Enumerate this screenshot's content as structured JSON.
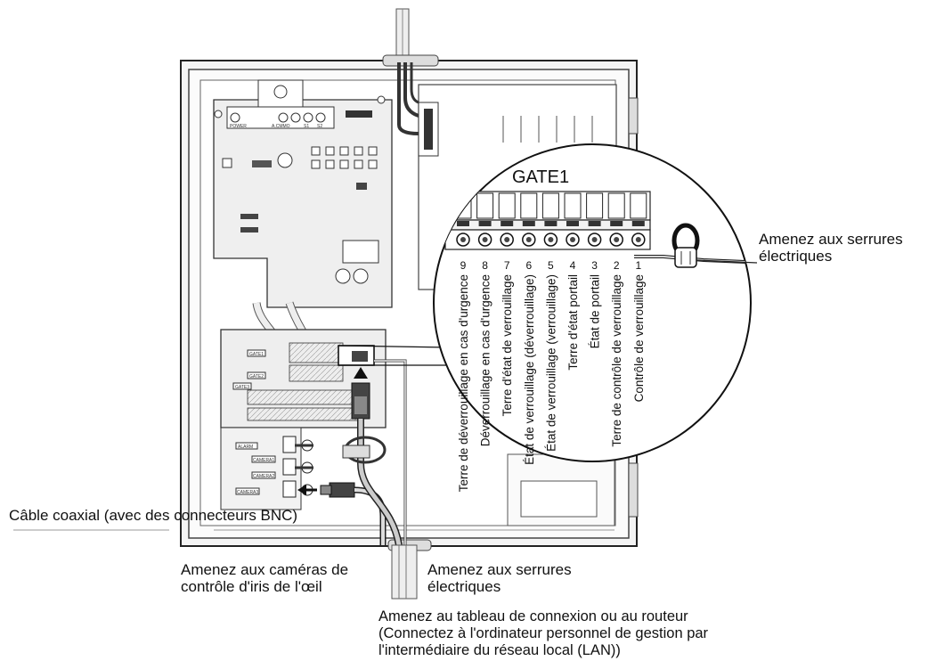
{
  "diagram": {
    "gate_title": "GATE1",
    "terminals": [
      {
        "number": "9",
        "label": "Terre de déverrouillage en cas d'urgence"
      },
      {
        "number": "8",
        "label": "Déverrouillage en cas d'urgence"
      },
      {
        "number": "7",
        "label": "Terre d'état de verrouillage"
      },
      {
        "number": "6",
        "label": "État de verrouillage (déverrouillage)"
      },
      {
        "number": "5",
        "label": "État de verrouillage (verrouillage)"
      },
      {
        "number": "4",
        "label": "Terre d'état portail"
      },
      {
        "number": "3",
        "label": "État de portail"
      },
      {
        "number": "2",
        "label": "Terre de contrôle de verrouillage"
      },
      {
        "number": "1",
        "label": "Contrôle de verrouillage"
      }
    ],
    "callouts": {
      "locks_right": [
        "Amenez aux serrures",
        "électriques"
      ],
      "coaxial": "Câble coaxial (avec des connecteurs BNC)",
      "iris_cameras": [
        "Amenez aux caméras de",
        "contrôle d'iris de l'œil"
      ],
      "locks_bottom": [
        "Amenez aux serrures",
        "électriques"
      ],
      "network": [
        "Amenez au tableau de connexion ou au routeur",
        "(Connectez à l'ordinateur personnel de gestion par",
        "l'intermédiaire du réseau local (LAN))"
      ]
    },
    "board_markings": {
      "power": "POWER",
      "led_labels": [
        "A.CMMO",
        "S1",
        "S2"
      ],
      "gate_tags": [
        "GATE1",
        "GATE2",
        "GATE3"
      ],
      "connector_tags": [
        "ALARM",
        "CAMERA1",
        "CAMERA2",
        "CAMERA3"
      ]
    }
  }
}
